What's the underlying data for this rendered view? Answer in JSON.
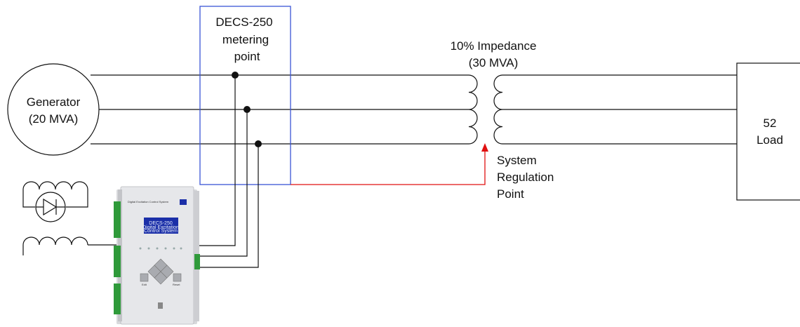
{
  "diagram": {
    "generator": {
      "line1": "Generator",
      "line2": "(20 MVA)"
    },
    "metering": {
      "line1": "DECS-250",
      "line2": "metering",
      "line3": "point"
    },
    "impedance": {
      "line1": "10% Impedance",
      "line2": "(30 MVA)"
    },
    "regulation": {
      "line1": "System",
      "line2": "Regulation",
      "line3": "Point"
    },
    "load": {
      "line1": "52",
      "line2": "Load"
    },
    "device": {
      "screen_line1": "DECS-250",
      "screen_line2": "Digital Excitation",
      "screen_line3": "Control System",
      "side_text": "Digital\nExcitation\nControl\nSystem",
      "edit_label": "Edit",
      "reset_label": "Reset"
    }
  },
  "colors": {
    "line": "#111111",
    "metering_box": "#3a55d6",
    "regulation_signal": "#e01010",
    "device_body": "#e6e7ea",
    "device_screen": "#1b2fa8",
    "terminal_green": "#2f9a3a"
  }
}
